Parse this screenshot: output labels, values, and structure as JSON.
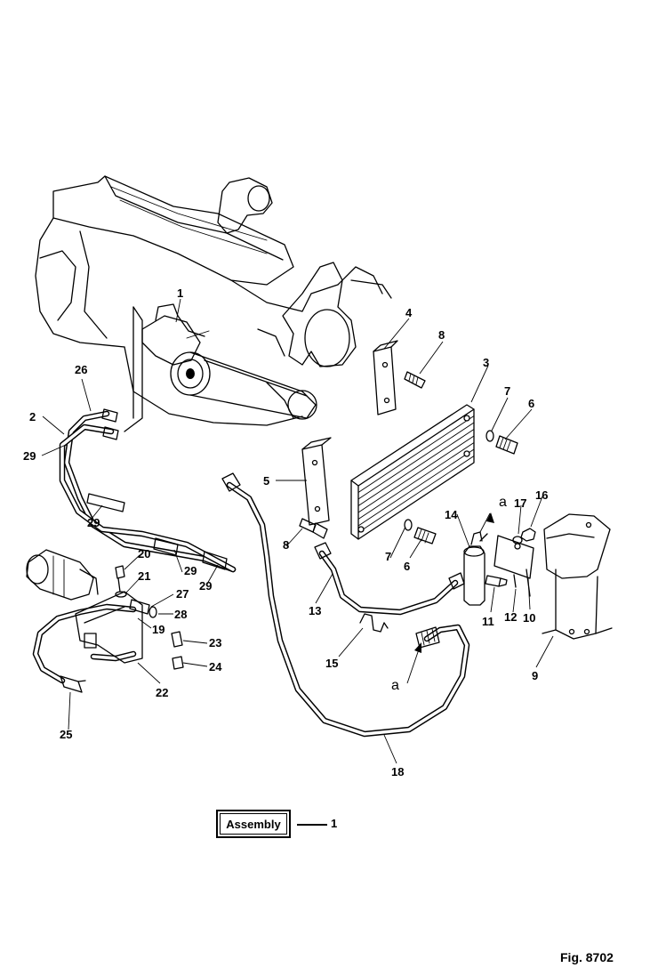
{
  "figure": {
    "label": "Fig. 8702"
  },
  "legend": {
    "box_label": "Assembly",
    "part_number": "1"
  },
  "callouts": [
    {
      "key": "c1",
      "text": "1"
    },
    {
      "key": "c2",
      "text": "2"
    },
    {
      "key": "c3",
      "text": "3"
    },
    {
      "key": "c4",
      "text": "4"
    },
    {
      "key": "c5",
      "text": "5"
    },
    {
      "key": "c6a",
      "text": "6"
    },
    {
      "key": "c6b",
      "text": "6"
    },
    {
      "key": "c7a",
      "text": "7"
    },
    {
      "key": "c7b",
      "text": "7"
    },
    {
      "key": "c8a",
      "text": "8"
    },
    {
      "key": "c8b",
      "text": "8"
    },
    {
      "key": "c9",
      "text": "9"
    },
    {
      "key": "c10",
      "text": "10"
    },
    {
      "key": "c11",
      "text": "11"
    },
    {
      "key": "c12",
      "text": "12"
    },
    {
      "key": "c13",
      "text": "13"
    },
    {
      "key": "c14",
      "text": "14"
    },
    {
      "key": "c15",
      "text": "15"
    },
    {
      "key": "c16",
      "text": "16"
    },
    {
      "key": "c17",
      "text": "17"
    },
    {
      "key": "c18",
      "text": "18"
    },
    {
      "key": "c19",
      "text": "19"
    },
    {
      "key": "c20",
      "text": "20"
    },
    {
      "key": "c21",
      "text": "21"
    },
    {
      "key": "c22",
      "text": "22"
    },
    {
      "key": "c23",
      "text": "23"
    },
    {
      "key": "c24",
      "text": "24"
    },
    {
      "key": "c25",
      "text": "25"
    },
    {
      "key": "c26",
      "text": "26"
    },
    {
      "key": "c27",
      "text": "27"
    },
    {
      "key": "c28",
      "text": "28"
    },
    {
      "key": "c29a",
      "text": "29"
    },
    {
      "key": "c29b",
      "text": "29"
    },
    {
      "key": "c29c",
      "text": "29"
    },
    {
      "key": "c29d",
      "text": "29"
    }
  ],
  "connection_markers": [
    {
      "key": "a1",
      "text": "a"
    },
    {
      "key": "a2",
      "text": "a"
    }
  ]
}
